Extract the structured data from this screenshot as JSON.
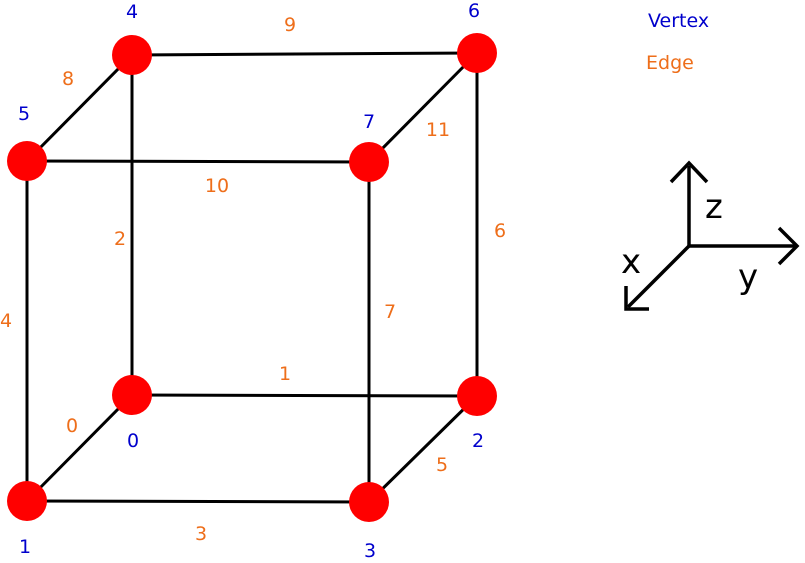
{
  "legend": {
    "vertex_label": "Vertex",
    "edge_label": "Edge"
  },
  "colors": {
    "vertex_label": "#0000cc",
    "edge_label": "#ee6e1a",
    "vertex_fill": "#ff0000",
    "edge_stroke": "#000000",
    "background": "#ffffff"
  },
  "vertices": [
    {
      "id": "0",
      "label": "0"
    },
    {
      "id": "1",
      "label": "1"
    },
    {
      "id": "2",
      "label": "2"
    },
    {
      "id": "3",
      "label": "3"
    },
    {
      "id": "4",
      "label": "4"
    },
    {
      "id": "5",
      "label": "5"
    },
    {
      "id": "6",
      "label": "6"
    },
    {
      "id": "7",
      "label": "7"
    }
  ],
  "edges": [
    {
      "id": "0",
      "label": "0",
      "from": "0",
      "to": "1"
    },
    {
      "id": "1",
      "label": "1",
      "from": "0",
      "to": "2"
    },
    {
      "id": "2",
      "label": "2",
      "from": "0",
      "to": "4"
    },
    {
      "id": "3",
      "label": "3",
      "from": "1",
      "to": "3"
    },
    {
      "id": "4",
      "label": "4",
      "from": "1",
      "to": "5"
    },
    {
      "id": "5",
      "label": "5",
      "from": "2",
      "to": "3"
    },
    {
      "id": "6",
      "label": "6",
      "from": "2",
      "to": "6"
    },
    {
      "id": "7",
      "label": "7",
      "from": "3",
      "to": "7"
    },
    {
      "id": "8",
      "label": "8",
      "from": "4",
      "to": "5"
    },
    {
      "id": "9",
      "label": "9",
      "from": "4",
      "to": "6"
    },
    {
      "id": "10",
      "label": "10",
      "from": "5",
      "to": "7"
    },
    {
      "id": "11",
      "label": "11",
      "from": "6",
      "to": "7"
    }
  ],
  "axes": {
    "x_label": "x",
    "y_label": "y",
    "z_label": "z"
  }
}
